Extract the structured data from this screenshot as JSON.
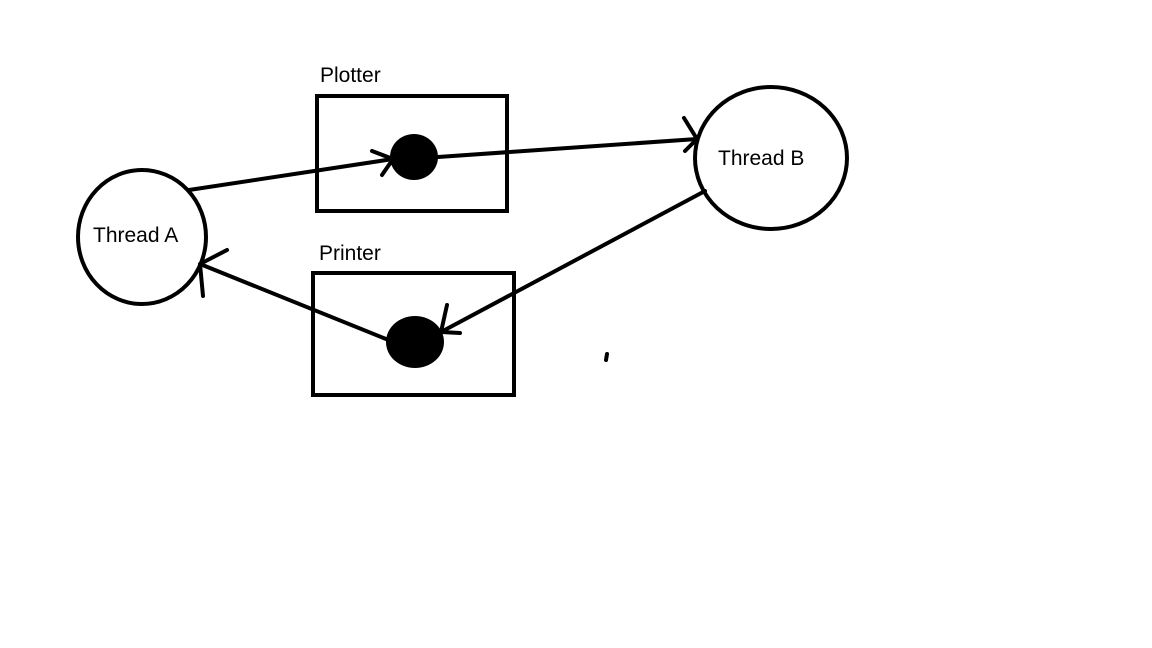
{
  "diagram": {
    "nodes": {
      "thread_a": {
        "label": "Thread A"
      },
      "thread_b": {
        "label": "Thread B"
      }
    },
    "resources": {
      "plotter": {
        "label": "Plotter"
      },
      "printer": {
        "label": "Printer"
      }
    },
    "edges": [
      {
        "from": "thread_a",
        "to": "plotter"
      },
      {
        "from": "plotter",
        "to": "thread_b"
      },
      {
        "from": "thread_b",
        "to": "printer"
      },
      {
        "from": "printer",
        "to": "thread_a"
      }
    ],
    "colors": {
      "stroke": "#000000",
      "background": "#ffffff"
    }
  }
}
